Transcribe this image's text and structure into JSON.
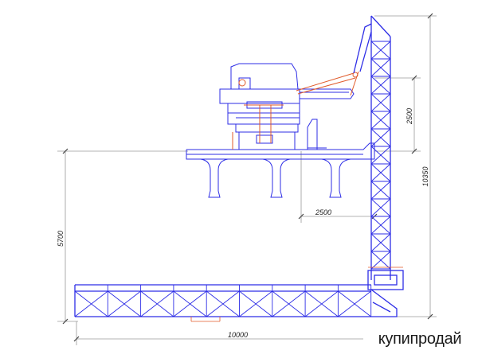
{
  "dimensions": {
    "total_height": "10350",
    "upper_height": "2500",
    "offset_horizontal": "2500",
    "deck_height": "5700",
    "total_length": "10000"
  },
  "watermark": "купипродай",
  "colors": {
    "structure": "#2e2ee6",
    "hydraulics": "#e05a2a",
    "dimension_lines": "#9a9a9a"
  }
}
